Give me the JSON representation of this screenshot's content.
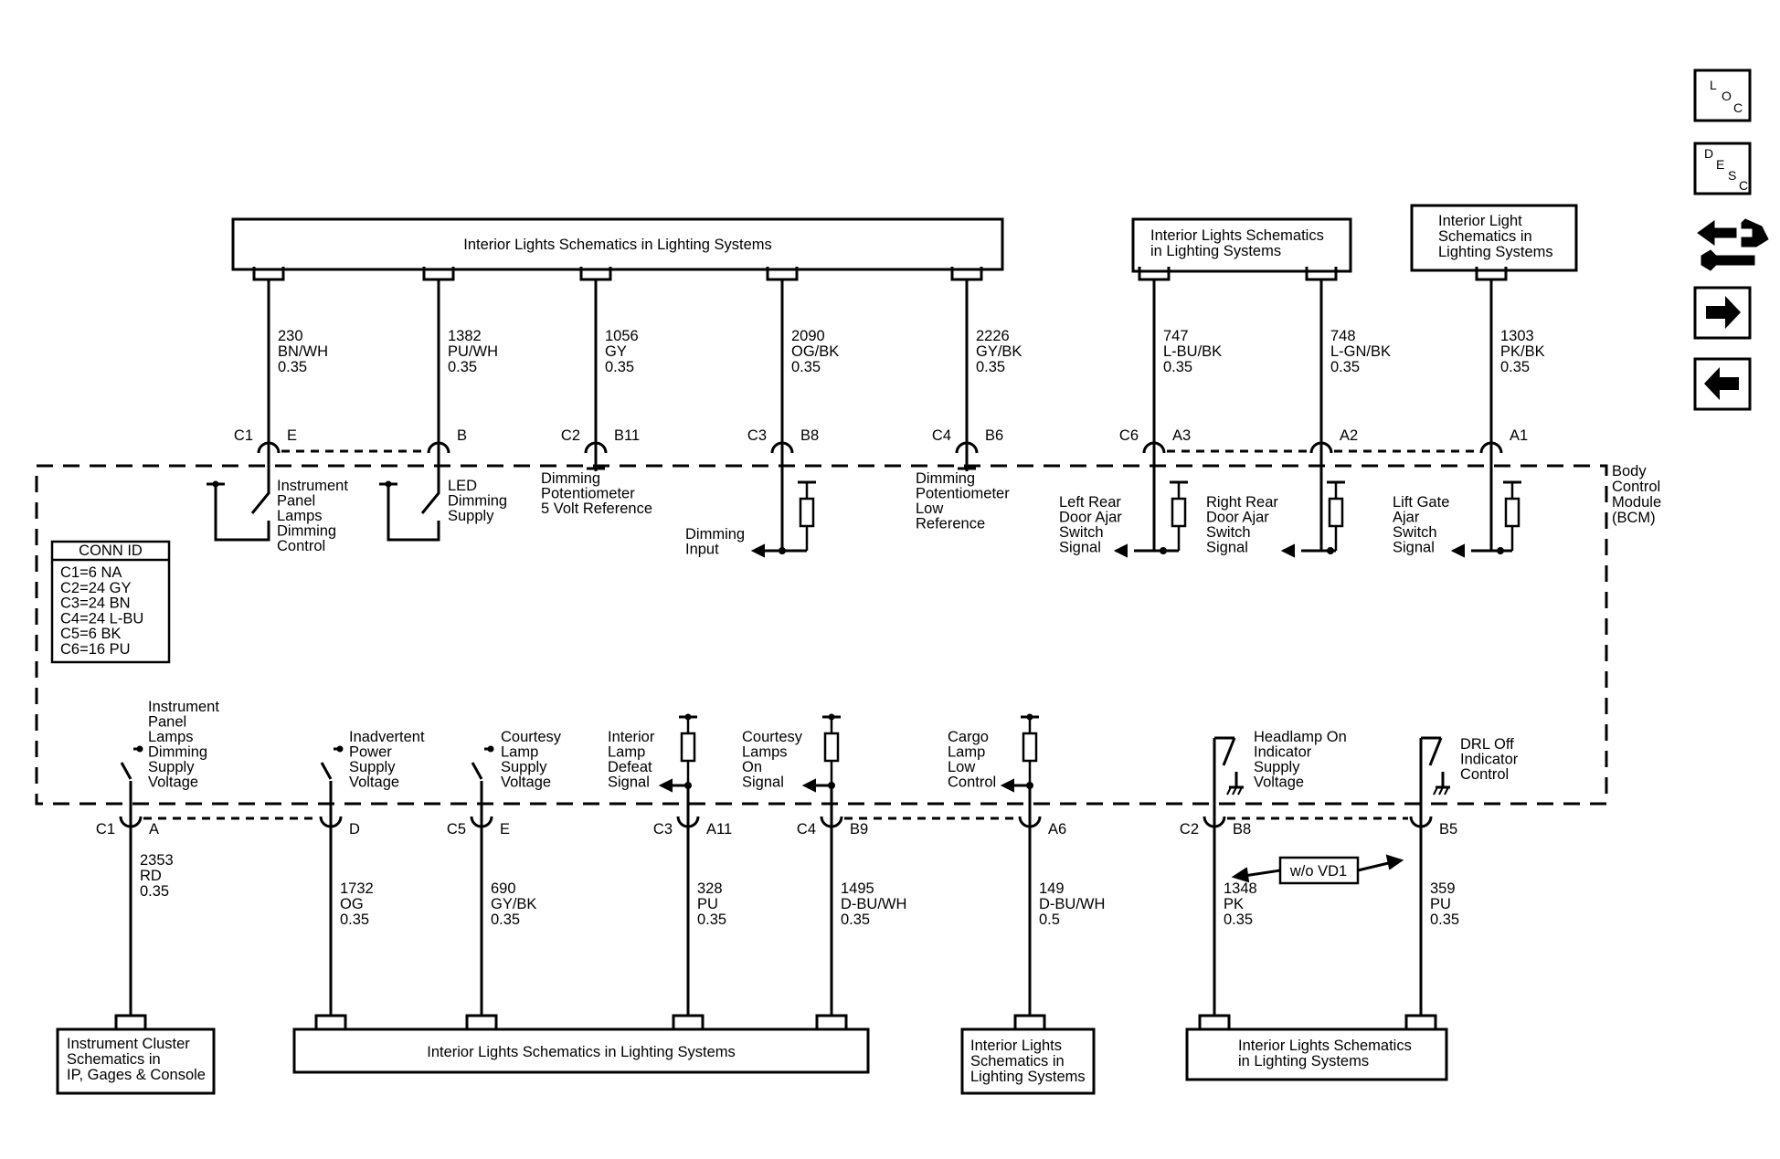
{
  "nav": {
    "loc": [
      "L",
      "O",
      "C"
    ],
    "desc": [
      "D",
      "E",
      "S",
      "C"
    ]
  },
  "module": {
    "name": [
      "Body",
      "Control",
      "Module",
      "(BCM)"
    ]
  },
  "conn_id": {
    "title": "CONN ID",
    "rows": [
      "C1=6 NA",
      "C2=24 GY",
      "C3=24 BN",
      "C4=24 L-BU",
      "C5=6 BK",
      "C6=16 PU"
    ]
  },
  "top_boxes": {
    "main": [
      "Interior Lights Schematics in Lighting Systems"
    ],
    "door": [
      "Interior Lights Schematics",
      "in Lighting Systems"
    ],
    "lift": [
      "Interior Light",
      "Schematics in",
      "Lighting Systems"
    ]
  },
  "top_circuits": [
    {
      "circuit": "230",
      "color": "BN/WH",
      "gauge": "0.35",
      "connector": "C1",
      "pin": "E",
      "label": [
        "Instrument",
        "Panel",
        "Lamps",
        "Dimming",
        "Control"
      ]
    },
    {
      "circuit": "1382",
      "color": "PU/WH",
      "gauge": "0.35",
      "connector": "",
      "pin": "B",
      "label": [
        "LED",
        "Dimming",
        "Supply"
      ]
    },
    {
      "circuit": "1056",
      "color": "GY",
      "gauge": "0.35",
      "connector": "C2",
      "pin": "B11",
      "label": [
        "Dimming",
        "Potentiometer",
        "5 Volt Reference"
      ]
    },
    {
      "circuit": "2090",
      "color": "OG/BK",
      "gauge": "0.35",
      "connector": "C3",
      "pin": "B8",
      "label": [
        "Dimming",
        "Input"
      ]
    },
    {
      "circuit": "2226",
      "color": "GY/BK",
      "gauge": "0.35",
      "connector": "C4",
      "pin": "B6",
      "label": [
        "Dimming",
        "Potentiometer",
        "Low",
        "Reference"
      ]
    },
    {
      "circuit": "747",
      "color": "L-BU/BK",
      "gauge": "0.35",
      "connector": "C6",
      "pin": "A3",
      "label": [
        "Left Rear",
        "Door Ajar",
        "Switch",
        "Signal"
      ]
    },
    {
      "circuit": "748",
      "color": "L-GN/BK",
      "gauge": "0.35",
      "connector": "",
      "pin": "A2",
      "label": [
        "Right Rear",
        "Door Ajar",
        "Switch",
        "Signal"
      ]
    },
    {
      "circuit": "1303",
      "color": "PK/BK",
      "gauge": "0.35",
      "connector": "",
      "pin": "A1",
      "label": [
        "Lift Gate",
        "Ajar",
        "Switch",
        "Signal"
      ]
    }
  ],
  "bottom_circuits": [
    {
      "circuit": "2353",
      "color": "RD",
      "gauge": "0.35",
      "connector": "C1",
      "pin": "A",
      "label": [
        "Instrument",
        "Panel",
        "Lamps",
        "Dimming",
        "Supply",
        "Voltage"
      ]
    },
    {
      "circuit": "1732",
      "color": "OG",
      "gauge": "0.35",
      "connector": "",
      "pin": "D",
      "label": [
        "Inadvertent",
        "Power",
        "Supply",
        "Voltage"
      ]
    },
    {
      "circuit": "690",
      "color": "GY/BK",
      "gauge": "0.35",
      "connector": "C5",
      "pin": "E",
      "label": [
        "Courtesy",
        "Lamp",
        "Supply",
        "Voltage"
      ]
    },
    {
      "circuit": "328",
      "color": "PU",
      "gauge": "0.35",
      "connector": "C3",
      "pin": "A11",
      "label": [
        "Interior",
        "Lamp",
        "Defeat",
        "Signal"
      ]
    },
    {
      "circuit": "1495",
      "color": "D-BU/WH",
      "gauge": "0.35",
      "connector": "C4",
      "pin": "B9",
      "label": [
        "Courtesy",
        "Lamps",
        "On",
        "Signal"
      ]
    },
    {
      "circuit": "149",
      "color": "D-BU/WH",
      "gauge": "0.5",
      "connector": "",
      "pin": "A6",
      "label": [
        "Cargo",
        "Lamp",
        "Low",
        "Control"
      ]
    },
    {
      "circuit": "1348",
      "color": "PK",
      "gauge": "0.35",
      "connector": "C2",
      "pin": "B8",
      "label": [
        "Headlamp On",
        "Indicator",
        "Supply",
        "Voltage"
      ]
    },
    {
      "circuit": "359",
      "color": "PU",
      "gauge": "0.35",
      "connector": "",
      "pin": "B5",
      "label": [
        "DRL Off",
        "Indicator",
        "Control"
      ]
    }
  ],
  "option_label": "w/o VD1",
  "bottom_boxes": {
    "cluster": [
      "Instrument Cluster",
      "Schematics in",
      "IP, Gages & Console"
    ],
    "main": [
      "Interior Lights Schematics in Lighting Systems"
    ],
    "cargo": [
      "Interior Lights",
      "Schematics in",
      "Lighting Systems"
    ],
    "right": [
      "Interior Lights Schematics",
      "in Lighting Systems"
    ]
  }
}
